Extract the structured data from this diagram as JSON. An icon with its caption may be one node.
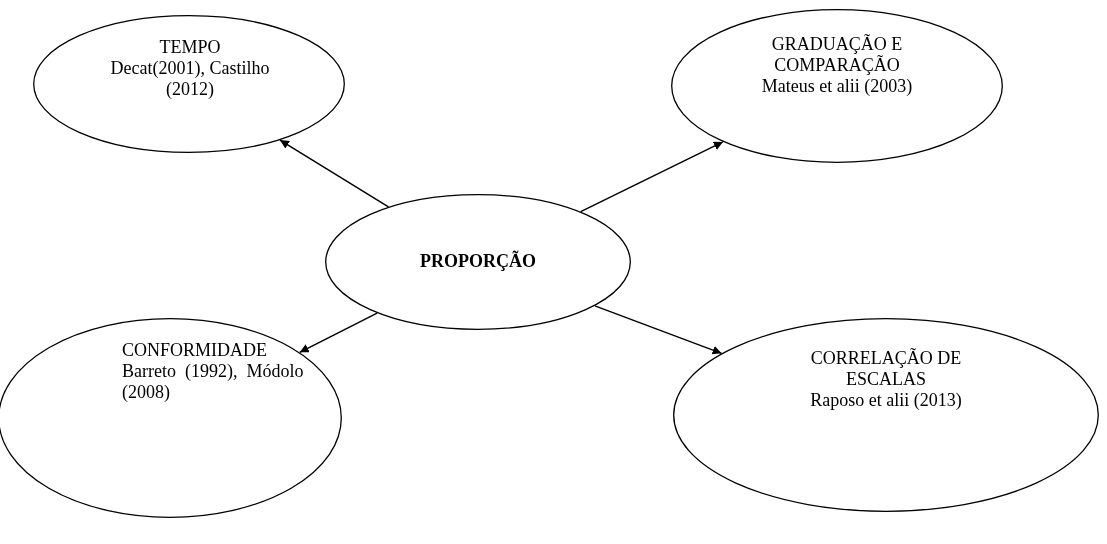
{
  "diagram": {
    "nodes": [
      {
        "text": [
          "TEMPO",
          "Decat(2001), Castilho (2012)"
        ]
      },
      {
        "text": [
          "GRADUAÇÃO E COMPARAÇÃO",
          "Mateus et alii (2003)"
        ]
      },
      {
        "text": [
          "PROPORÇÃO"
        ]
      },
      {
        "text": [
          "CONFORMIDADE",
          "Barreto  (1992),  Módolo (2008)"
        ]
      },
      {
        "text": [
          "CORRELAÇÃO DE ESCALAS",
          "Raposo et alii (2013)"
        ]
      }
    ],
    "edges": [
      {
        "from": 2,
        "to": 0,
        "arrow": "to"
      },
      {
        "from": 2,
        "to": 1,
        "arrow": "to"
      },
      {
        "from": 2,
        "to": 3,
        "arrow": "to"
      },
      {
        "from": 2,
        "to": 4,
        "arrow": "to"
      }
    ]
  }
}
